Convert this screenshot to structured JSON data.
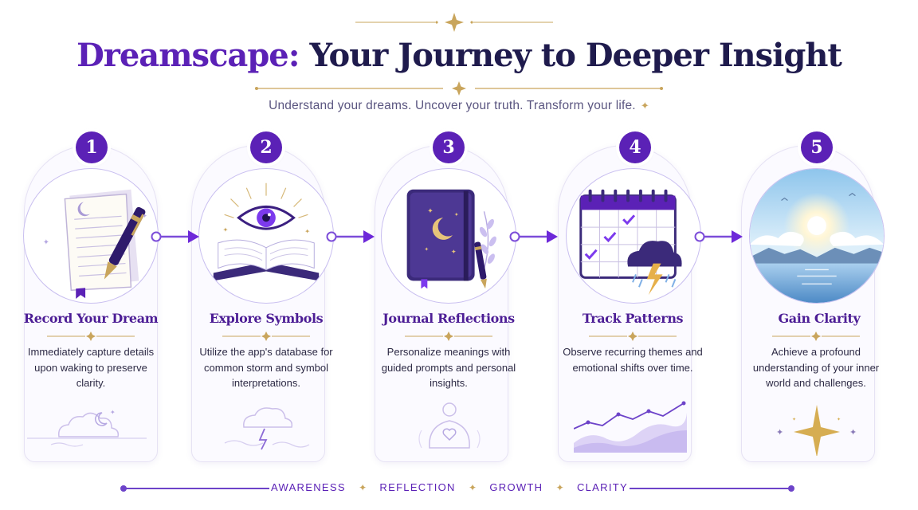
{
  "header": {
    "title_brand": "Dreamscape:",
    "title_rest": " Your Journey to Deeper Insight",
    "subtitle": "Understand your dreams. Uncover your truth. Transform your life.",
    "subtitle_icon": "sparkle-icon"
  },
  "steps": [
    {
      "number": "1",
      "title": "Record Your Dream",
      "description": "Immediately capture details upon waking to preserve clarity.",
      "illustration": "notebook-pen-icon",
      "footer_icon": "cloud-moon-icon"
    },
    {
      "number": "2",
      "title": "Explore Symbols",
      "description": "Utilize the app's database for common storm and symbol interpretations.",
      "illustration": "open-book-eye-icon",
      "footer_icon": "storm-cloud-icon"
    },
    {
      "number": "3",
      "title": "Journal Reflections",
      "description": "Personalize meanings with guided prompts and personal insights.",
      "illustration": "journal-moon-icon",
      "footer_icon": "meditation-heart-icon"
    },
    {
      "number": "4",
      "title": "Track Patterns",
      "description": "Observe recurring themes and emotional shifts over time.",
      "illustration": "calendar-storm-icon",
      "footer_icon": "trend-chart-icon"
    },
    {
      "number": "5",
      "title": "Gain Clarity",
      "description": "Achieve a profound understanding of your inner world and challenges.",
      "illustration": "sunrise-sea-icon",
      "footer_icon": "north-star-icon"
    }
  ],
  "footer": {
    "words": [
      "AWARENESS",
      "REFLECTION",
      "GROWTH",
      "CLARITY"
    ],
    "separator": "✦"
  },
  "colors": {
    "brand_purple": "#5b21b6",
    "navy": "#1f1b4d",
    "gold": "#c9a55c",
    "card_bg": "#fbfaff",
    "circle_border": "#c9bff0"
  }
}
